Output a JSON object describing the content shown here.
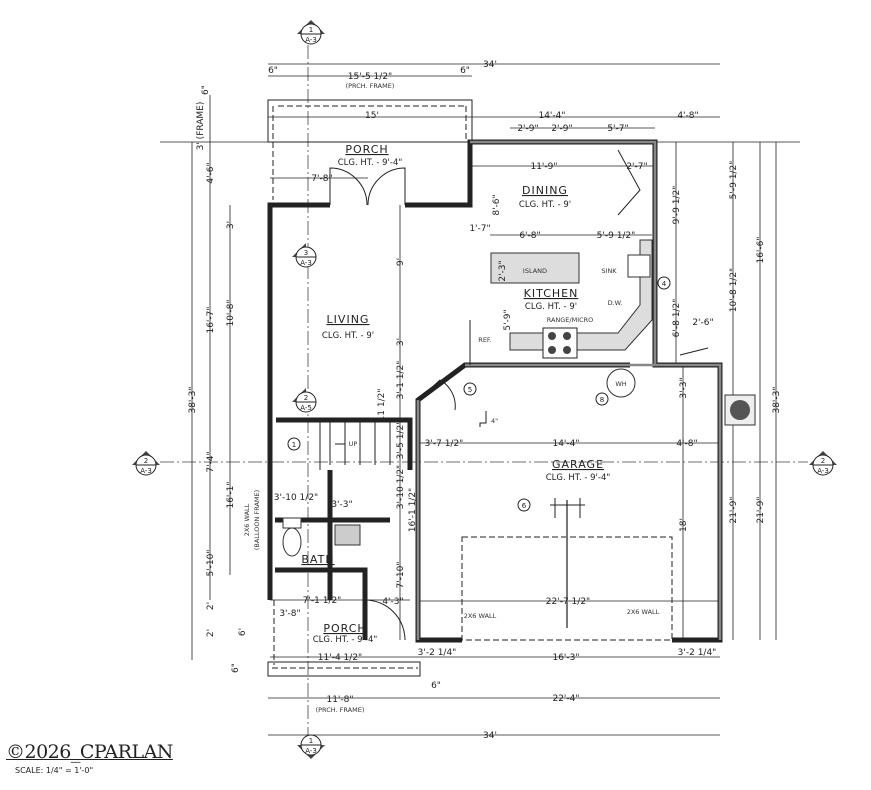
{
  "rooms": {
    "porch_front": {
      "name": "PORCH",
      "ceiling": "CLG. HT. - 9'-4\""
    },
    "dining": {
      "name": "DINING",
      "ceiling": "CLG. HT. - 9'"
    },
    "living": {
      "name": "LIVING",
      "ceiling": "CLG. HT. - 9'"
    },
    "kitchen": {
      "name": "KITCHEN",
      "ceiling": "CLG. HT. - 9'"
    },
    "garage": {
      "name": "GARAGE",
      "ceiling": "CLG. HT. - 9'-4\""
    },
    "bath": {
      "name": "BATH"
    },
    "porch_side": {
      "name": "PORCH",
      "ceiling": "CLG. HT. - 9'-4\""
    }
  },
  "fixtures": {
    "island": "ISLAND",
    "sink": "SINK",
    "dishwasher": "D.W.",
    "range": "RANGE/MICRO",
    "fridge": "REF.",
    "water_heater": "WH",
    "stair": "UP"
  },
  "notes": {
    "porch_frame_top": "(PRCH. FRAME)",
    "porch_frame_bottom": "(PRCH. FRAME)",
    "wall_left": "2X6 WALL",
    "wall_right": "2X6 WALL",
    "balloon_1": "2X6 WALL",
    "balloon_2": "(BALLOON FRAME)",
    "step": "4\""
  },
  "keys": [
    "1",
    "4",
    "5",
    "6",
    "8"
  ],
  "markers": [
    {
      "num": "1",
      "sheet": "A-3"
    },
    {
      "num": "1",
      "sheet": "A-3"
    },
    {
      "num": "2",
      "sheet": "A-3"
    },
    {
      "num": "2",
      "sheet": "A-3"
    },
    {
      "num": "3",
      "sheet": "A-3"
    },
    {
      "num": "2",
      "sheet": "A-5"
    }
  ],
  "dimensions": [
    "34'",
    "6\"",
    "15'-5 1/2\"",
    "6\"",
    "15'",
    "14'-4\"",
    "4'-8\"",
    "2'-9\"",
    "2'-9\"",
    "5'-7\"",
    "11'-9\"",
    "2'-7\"",
    "7'-8\"",
    "8'-6\"",
    "1'-7\"",
    "6'-8\"",
    "5'-9 1/2\"",
    "2'-3\"",
    "5'-9\"",
    "9'",
    "3'",
    "3'-1 1/2\"",
    "11 1/2\"",
    "3'-5 1/2\"",
    "3'-7 1/2\"",
    "14'-4\"",
    "4'-8\"",
    "3'-3\"",
    "3'-10 1/2\"",
    "3'-3\"",
    "3'-10 1/2\"",
    "16'-1 1/2\"",
    "7'-10\"",
    "4'-3\"",
    "7'-1 1/2\"",
    "3'-8\"",
    "3'-2 1/4\"",
    "16'-3\"",
    "3'-2 1/4\"",
    "22'-7 1/2\"",
    "18'",
    "11'-4 1/2\"",
    "6\"",
    "11'-8\"",
    "22'-4\"",
    "34'",
    "2'-6\"",
    "6'-8 1/2\"",
    "9'-9 1/2\"",
    "5'-9 1/2\"",
    "10'-8 1/2\"",
    "16'-6\"",
    "38'-3\"",
    "21'-9\"",
    "21'-9\"",
    "3' (FRAME)",
    "6\"",
    "4'-6\"",
    "16'-7\"",
    "38'-3\"",
    "3'",
    "10'-8\"",
    "7'-4\"",
    "16'-1\"",
    "5'-10\"",
    "2'",
    "2'",
    "6'",
    "6\""
  ],
  "footer": {
    "title": "©2026_CPARLAN",
    "scale": "SCALE: 1/4\" = 1'-0\""
  }
}
